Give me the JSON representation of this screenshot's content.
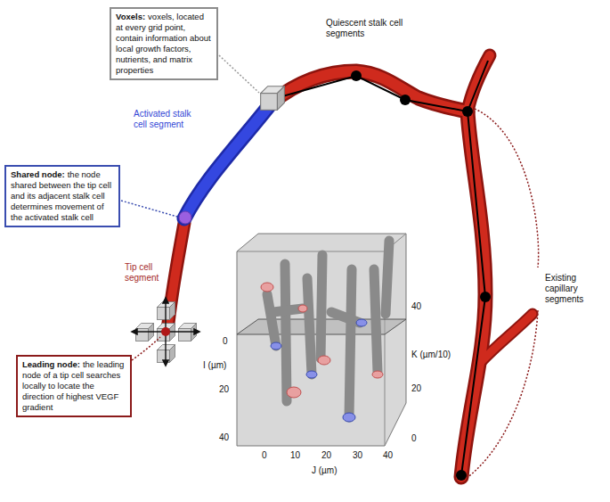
{
  "diagram": {
    "nodes": [
      {
        "text": [
          "Voxels:",
          "voxels, located at every grid point, contain information about local growth factors, nutrients, and matrix properties"
        ]
      },
      {
        "text": [
          "Shared node:",
          "the node shared between the tip cell and its adjacent stalk cell determines movement of the activated stalk cell"
        ]
      },
      {
        "text": [
          "Leading node:",
          "the leading node of a tip cell searches locally to locate the direction of highest VEGF gradient"
        ]
      }
    ],
    "labels": [
      "Quiescent stalk cell segments",
      "Activated stalk cell segment",
      "Tip cell segment",
      "Existing capillary segments",
      "I (µm)",
      "J (µm)",
      "K (µm/10)",
      "0",
      "20",
      "40",
      "0",
      "10",
      "20",
      "30",
      "40",
      "0",
      "20",
      "40"
    ]
  }
}
